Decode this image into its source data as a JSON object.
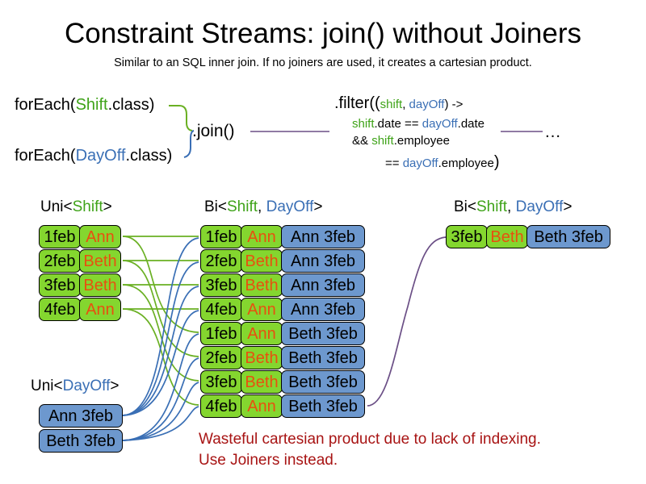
{
  "title": "Constraint Streams: join() without Joiners",
  "subtitle": "Similar to an SQL inner join. If no joiners are used, it creates a cartesian product.",
  "colors": {
    "shift_green": "#84d62f",
    "dayoff_blue": "#6d98ce",
    "green_text": "#3fa319",
    "blue_text": "#3a6fb5",
    "name_orange": "#e8500f",
    "warning_red": "#a81414",
    "purple_wire": "#6b4f86"
  },
  "code": {
    "foreach_shift": {
      "prefix": "forEach(",
      "type": "Shift",
      "suffix": ".class)"
    },
    "foreach_dayoff": {
      "prefix": "forEach(",
      "type": "DayOff",
      "suffix": ".class)"
    },
    "join_label": ".join()",
    "ellipsis": "…",
    "filter": {
      "line1_a": ".filter((",
      "line1_shift": "shift",
      "line1_comma": ", ",
      "line1_dayoff": "dayOff",
      "line1_b": ") ->",
      "line2_shift": "shift",
      "line2_mid": ".date == ",
      "line2_dayoff": "dayOff",
      "line2_end": ".date",
      "line3_a": "&& ",
      "line3_shift": "shift",
      "line3_end": ".employee",
      "line4_a": "== ",
      "line4_dayoff": "dayOff",
      "line4_end": ".employee",
      "line4_close": ")"
    }
  },
  "columns": {
    "uni_shift": {
      "prefix": "Uni<",
      "type": "Shift",
      "suffix": ">"
    },
    "uni_dayoff": {
      "prefix": "Uni<",
      "type": "DayOff",
      "suffix": ">"
    },
    "bi_middle": {
      "prefix": "Bi<",
      "type_a": "Shift",
      "comma": ", ",
      "type_b": "DayOff",
      "suffix": ">"
    },
    "bi_right": {
      "prefix": "Bi<",
      "type_a": "Shift",
      "comma": ", ",
      "type_b": "DayOff",
      "suffix": ">"
    }
  },
  "shifts": [
    {
      "date": "1feb",
      "name": "Ann"
    },
    {
      "date": "2feb",
      "name": "Beth"
    },
    {
      "date": "3feb",
      "name": "Beth"
    },
    {
      "date": "4feb",
      "name": "Ann"
    }
  ],
  "dayoffs": [
    {
      "label": "Ann 3feb"
    },
    {
      "label": "Beth 3feb"
    }
  ],
  "cartesian": [
    {
      "date": "1feb",
      "name": "Ann",
      "dayoff": "Ann 3feb"
    },
    {
      "date": "2feb",
      "name": "Beth",
      "dayoff": "Ann 3feb"
    },
    {
      "date": "3feb",
      "name": "Beth",
      "dayoff": "Ann 3feb"
    },
    {
      "date": "4feb",
      "name": "Ann",
      "dayoff": "Ann 3feb"
    },
    {
      "date": "1feb",
      "name": "Ann",
      "dayoff": "Beth 3feb"
    },
    {
      "date": "2feb",
      "name": "Beth",
      "dayoff": "Beth 3feb"
    },
    {
      "date": "3feb",
      "name": "Beth",
      "dayoff": "Beth 3feb"
    },
    {
      "date": "4feb",
      "name": "Ann",
      "dayoff": "Beth 3feb"
    }
  ],
  "result": [
    {
      "date": "3feb",
      "name": "Beth",
      "dayoff": "Beth 3feb"
    }
  ],
  "warning": {
    "line1": "Wasteful cartesian product due to lack of indexing.",
    "line2": "Use Joiners instead."
  }
}
